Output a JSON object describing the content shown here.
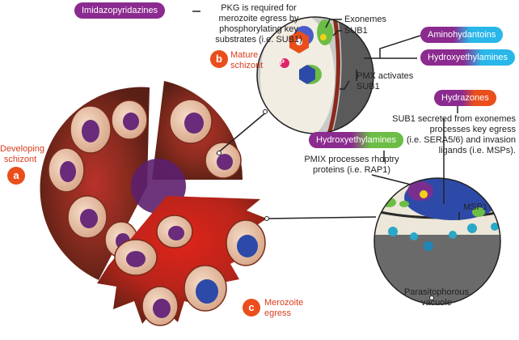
{
  "drugs": {
    "imidazopyridazines": "Imidazopyridazines",
    "aminohydantoins": "Aminohydantoins",
    "hydroxyethylamines_top": "Hydroxyethylamines",
    "hydrazones": "Hydrazones",
    "hydroxyethylamines_mid": "Hydroxyethylamines"
  },
  "labels": {
    "pkg": "PKG is required for\nmerozoite egress by\nphosphorylating key\nsubstrates (i.e. SUB1)",
    "exonemes": "Exonemes",
    "sub1": "SUB1",
    "pmx": "PMX activates\nSUB1",
    "sub1_secreted": "SUB1 secreted from exonemes\nprocesses key egress\n(i.e. SERA5/6) and invasion\nligands (i.e. MSPs).",
    "pmix": "PMIX processes rhoptry\nproteins (i.e. RAP1)",
    "msp1": "MSP1",
    "pv": "Parasitophorous\nvacuole",
    "phospho": "P"
  },
  "stages": {
    "a_letter": "a",
    "a_label": "Developing\nschizont",
    "b_letter": "b",
    "b_label": "Mature\nschizont",
    "c_letter": "c",
    "c_label": "Merozoite\negress"
  },
  "colors": {
    "purple": "#8b2a8f",
    "cyan": "#29b6e8",
    "green": "#6cbd45",
    "orange": "#e94e1b",
    "red_label": "#d93c1e"
  }
}
